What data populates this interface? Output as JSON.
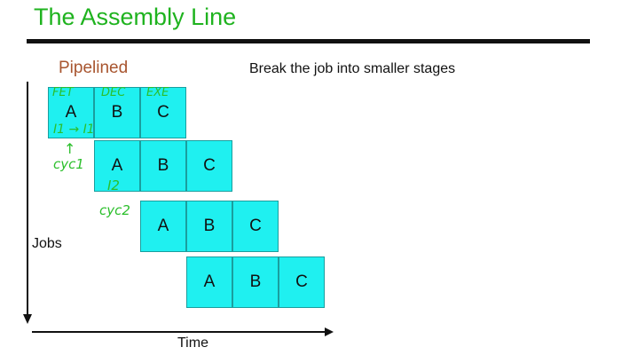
{
  "header": {
    "title": "The Assembly Line"
  },
  "diagram": {
    "subtitle": "Pipelined",
    "caption": "Break the job into smaller stages",
    "y_axis_label": "Jobs",
    "x_axis_label": "Time",
    "rows": [
      [
        "A",
        "B",
        "C"
      ],
      [
        "A",
        "B",
        "C"
      ],
      [
        "A",
        "B",
        "C"
      ],
      [
        "A",
        "B",
        "C"
      ]
    ],
    "annotations": {
      "stage_fet": "FET",
      "stage_dec": "DEC",
      "stage_exe": "EXE",
      "row1_instr": "I1 → I1",
      "row2_instr": "I2",
      "cycle1": "cyc1",
      "cycle2": "cyc2",
      "arrow_up": "↑"
    }
  },
  "colors": {
    "title": "#1fb31f",
    "subtitle": "#a8552f",
    "cell_fill": "#1ff0f0",
    "annotation": "#2bbf2b"
  }
}
